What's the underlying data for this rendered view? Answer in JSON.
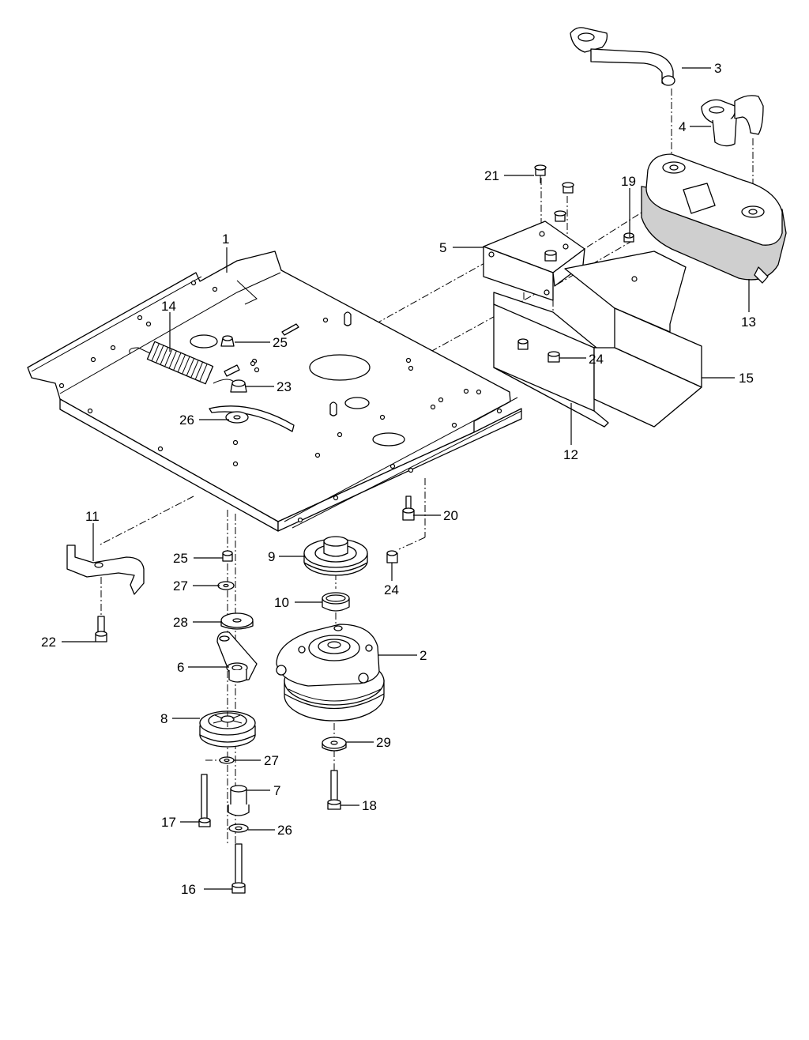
{
  "callouts": [
    {
      "id": "p1",
      "label": "1"
    },
    {
      "id": "p2",
      "label": "2"
    },
    {
      "id": "p3",
      "label": "3"
    },
    {
      "id": "p4",
      "label": "4"
    },
    {
      "id": "p5",
      "label": "5"
    },
    {
      "id": "p6",
      "label": "6"
    },
    {
      "id": "p7",
      "label": "7"
    },
    {
      "id": "p8",
      "label": "8"
    },
    {
      "id": "p9",
      "label": "9"
    },
    {
      "id": "p10",
      "label": "10"
    },
    {
      "id": "p11",
      "label": "11"
    },
    {
      "id": "p12",
      "label": "12"
    },
    {
      "id": "p13",
      "label": "13"
    },
    {
      "id": "p14",
      "label": "14"
    },
    {
      "id": "p15",
      "label": "15"
    },
    {
      "id": "p16",
      "label": "16"
    },
    {
      "id": "p17",
      "label": "17"
    },
    {
      "id": "p18",
      "label": "18"
    },
    {
      "id": "p19",
      "label": "19"
    },
    {
      "id": "p20",
      "label": "20"
    },
    {
      "id": "p21",
      "label": "21"
    },
    {
      "id": "p22",
      "label": "22"
    },
    {
      "id": "p23",
      "label": "23"
    },
    {
      "id": "p24a",
      "label": "24"
    },
    {
      "id": "p24b",
      "label": "24"
    },
    {
      "id": "p25a",
      "label": "25"
    },
    {
      "id": "p25b",
      "label": "25"
    },
    {
      "id": "p26a",
      "label": "26"
    },
    {
      "id": "p26b",
      "label": "26"
    },
    {
      "id": "p27a",
      "label": "27"
    },
    {
      "id": "p27b",
      "label": "27"
    },
    {
      "id": "p28",
      "label": "28"
    },
    {
      "id": "p29",
      "label": "29"
    }
  ]
}
